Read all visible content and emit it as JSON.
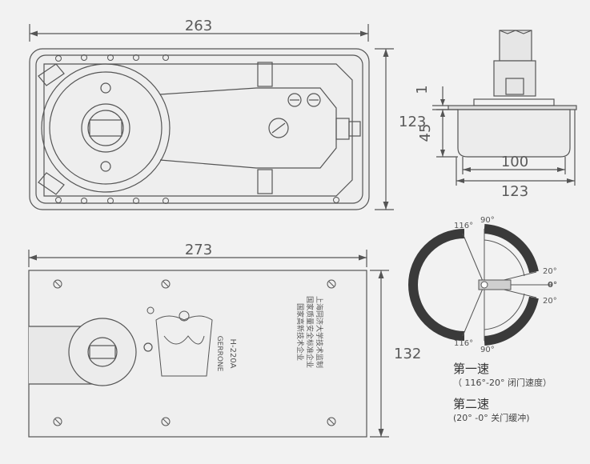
{
  "dimensions": {
    "top_width": "263",
    "top_height": "123",
    "side_thickness": "1",
    "side_depth": "45",
    "side_inner_width": "100",
    "side_outer_width": "123",
    "bottom_width": "273",
    "bottom_height": "132"
  },
  "angle_labels": {
    "a116_top": "116°",
    "a90_top": "90°",
    "a20_top": "20°",
    "a0": "0°",
    "a20_bottom": "20°",
    "a116_bottom": "116°",
    "a90_bottom": "90°"
  },
  "cover_plate": {
    "brand": "GERRONE",
    "model": "H-220A",
    "side_text_1": "国家高新技术企业",
    "side_text_2": "国家质量安全标准企业",
    "side_text_3": "上海同济大学技术监制"
  },
  "speed_notes": {
    "first_title": "第一速",
    "first_desc": "（ 116°-20° 闭门速度）",
    "second_title": "第二速",
    "second_desc": "(20° -0° 关门缓冲)"
  },
  "colors": {
    "line": "#555555",
    "background": "#f2f2f2",
    "arc_fill": "#3a3a3a"
  }
}
